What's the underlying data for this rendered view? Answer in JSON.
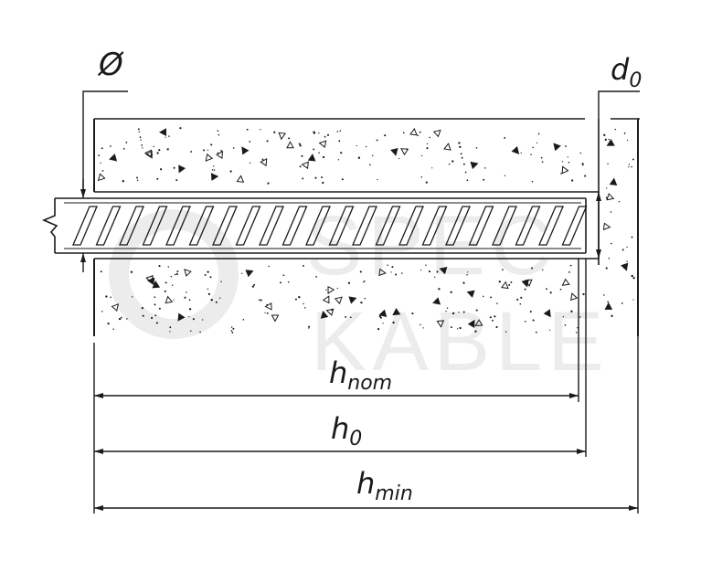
{
  "labels": {
    "diameter_symbol": "Ø",
    "bore_diameter": {
      "main": "d",
      "sub": "0"
    },
    "embedment_nominal": {
      "main": "h",
      "sub": "nom"
    },
    "bore_depth": {
      "main": "h",
      "sub": "0"
    },
    "min_thickness": {
      "main": "h",
      "sub": "min"
    }
  },
  "watermark": {
    "line1": "SPEC",
    "line2": "KABLE"
  },
  "colors": {
    "ink": "#1a1a1a",
    "watermark": "#ececec",
    "background": "#ffffff"
  }
}
